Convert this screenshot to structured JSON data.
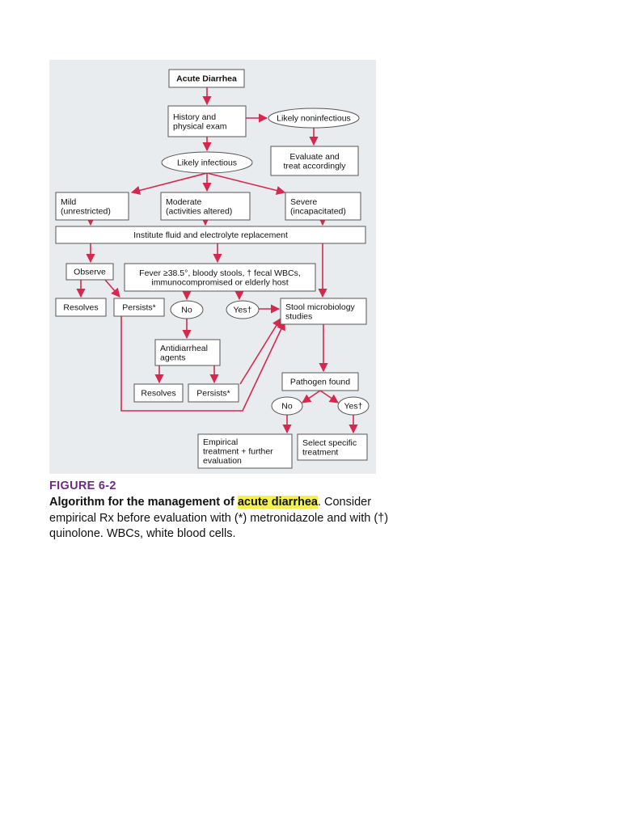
{
  "figure": {
    "label": "FIGURE 6-2",
    "caption_lead": "Algorithm for the management of ",
    "caption_highlight": "acute diarrhea",
    "caption_rest": ". Consider empirical Rx before evaluation with (*) metronidazole and with (†) quinolone. WBCs, white blood cells."
  },
  "colors": {
    "panel_bg": "#e8ecee",
    "arrow": "#d6284f",
    "title_highlight": "#f5f045",
    "figure_label": "#6b2d84"
  },
  "nodes": {
    "acute_diarrhea": [
      "Acute Diarrhea"
    ],
    "history_exam": [
      "History and",
      "physical exam"
    ],
    "likely_noninfectious": [
      "Likely noninfectious"
    ],
    "likely_infectious": [
      "Likely infectious"
    ],
    "evaluate_treat": [
      "Evaluate and",
      "treat accordingly"
    ],
    "mild": [
      "Mild",
      "(unrestricted)"
    ],
    "moderate": [
      "Moderate",
      "(activities altered)"
    ],
    "severe": [
      "Severe",
      "(incapacitated)"
    ],
    "institute_fluid": [
      "Institute fluid and electrolyte replacement"
    ],
    "observe": [
      "Observe"
    ],
    "fever": [
      "Fever ≥38.5°, bloody stools, † fecal WBCs,",
      "immunocompromised or elderly host"
    ],
    "resolves_1": [
      "Resolves"
    ],
    "persists_1": [
      "Persists*"
    ],
    "no_1": [
      "No"
    ],
    "yes_1": [
      "Yes†"
    ],
    "stool_micro": [
      "Stool microbiology",
      "studies"
    ],
    "antidiarrheal": [
      "Antidiarrheal",
      "agents"
    ],
    "resolves_2": [
      "Resolves"
    ],
    "persists_2": [
      "Persists*"
    ],
    "pathogen_found": [
      "Pathogen found"
    ],
    "no_2": [
      "No"
    ],
    "yes_2": [
      "Yes†"
    ],
    "empirical": [
      "Empirical",
      "treatment + further",
      "evaluation"
    ],
    "select_specific": [
      "Select specific",
      "treatment"
    ]
  }
}
